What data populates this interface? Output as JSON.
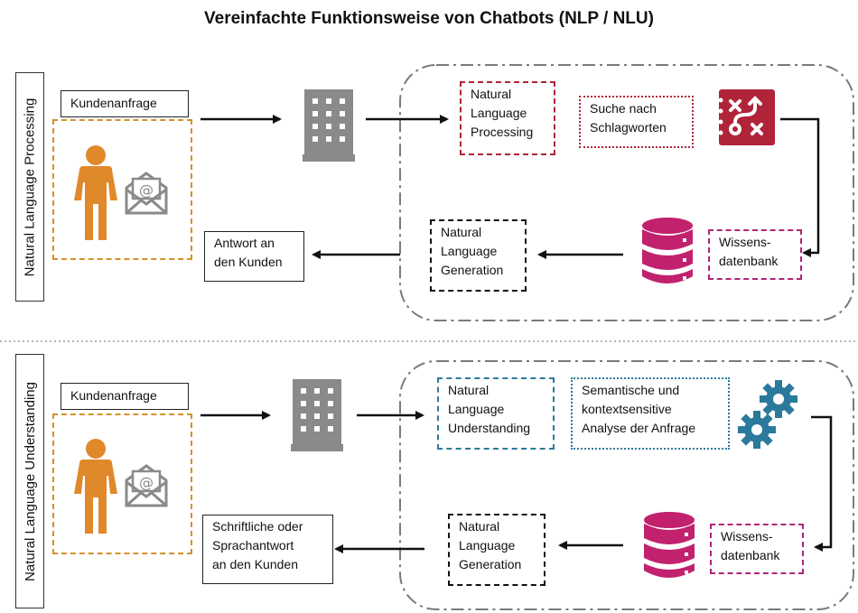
{
  "title": "Vereinfachte Funktionsweise von Chatbots (NLP / NLU)",
  "colors": {
    "orange": "#e0892a",
    "gray": "#8a8a8a",
    "red": "#b0243a",
    "blue": "#2b7a9c",
    "magenta": "#c2216e",
    "black": "#111111"
  },
  "nlp": {
    "side_label": "Natural Language Processing",
    "request_label": "Kundenanfrage",
    "person_icon": "person-icon",
    "mail_icon": "envelope-at-icon",
    "building_icon": "building-icon",
    "processing_box": [
      "Natural",
      "Language",
      "Processing"
    ],
    "search_box": [
      "Suche nach",
      "Schlagworten"
    ],
    "strategy_icon": "strategy-board-icon",
    "database_icon": "database-icon",
    "knowledge_box": [
      "Wissens-",
      "datenbank"
    ],
    "generation_box": [
      "Natural",
      "Language",
      "Generation"
    ],
    "response_box": [
      "Antwort an",
      "den Kunden"
    ]
  },
  "nlu": {
    "side_label": "Natural Language Understanding",
    "request_label": "Kundenanfrage",
    "person_icon": "person-icon",
    "mail_icon": "envelope-at-icon",
    "building_icon": "building-icon",
    "understanding_box": [
      "Natural",
      "Language",
      "Understanding"
    ],
    "analysis_box": [
      "Semantische und",
      "kontextsensitive",
      "Analyse der Anfrage"
    ],
    "gears_icon": "gears-icon",
    "database_icon": "database-icon",
    "knowledge_box": [
      "Wissens-",
      "datenbank"
    ],
    "generation_box": [
      "Natural",
      "Language",
      "Generation"
    ],
    "response_box": [
      "Schriftliche oder",
      "Sprachantwort",
      "an den Kunden"
    ]
  }
}
